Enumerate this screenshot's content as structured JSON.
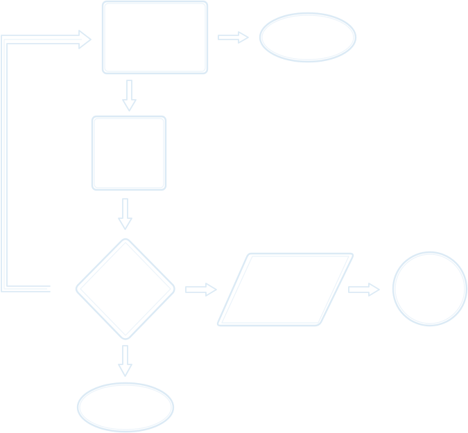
{
  "diagram": {
    "type": "flowchart",
    "style": "hand-drawn outline",
    "stroke_color": "#dbeaf5",
    "background_color": "#ffffff",
    "nodes": [
      {
        "id": "process-top",
        "shape": "rectangle",
        "label": ""
      },
      {
        "id": "terminal-top-right",
        "shape": "ellipse",
        "label": ""
      },
      {
        "id": "process-middle",
        "shape": "rectangle",
        "label": ""
      },
      {
        "id": "decision",
        "shape": "diamond",
        "label": ""
      },
      {
        "id": "data-io",
        "shape": "parallelogram",
        "label": ""
      },
      {
        "id": "connector",
        "shape": "circle",
        "label": ""
      },
      {
        "id": "terminal-bottom",
        "shape": "ellipse",
        "label": ""
      }
    ],
    "edges": [
      {
        "from": "process-top",
        "to": "terminal-top-right",
        "label": ""
      },
      {
        "from": "process-top",
        "to": "process-middle",
        "label": ""
      },
      {
        "from": "process-middle",
        "to": "decision",
        "label": ""
      },
      {
        "from": "decision",
        "to": "data-io",
        "label": ""
      },
      {
        "from": "data-io",
        "to": "connector",
        "label": ""
      },
      {
        "from": "decision",
        "to": "terminal-bottom",
        "label": ""
      },
      {
        "from": "decision",
        "to": "process-top",
        "label": "",
        "route": "loop-left"
      }
    ]
  }
}
